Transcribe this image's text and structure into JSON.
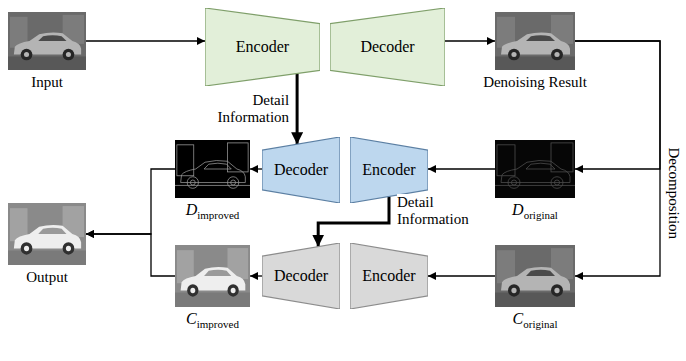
{
  "diagram": {
    "nodes": [
      {
        "text": [
          "Input"
        ]
      },
      {
        "text": [
          "Encoder"
        ]
      },
      {
        "text": [
          "Decoder"
        ]
      },
      {
        "text": [
          "Denoising Result"
        ]
      },
      {
        "text": [
          "D",
          "improved"
        ]
      },
      {
        "text": [
          "Decoder"
        ]
      },
      {
        "text": [
          "Encoder"
        ]
      },
      {
        "text": [
          "D",
          "original"
        ]
      },
      {
        "text": [
          "Output"
        ]
      },
      {
        "text": [
          "C",
          "improved"
        ]
      },
      {
        "text": [
          "Decoder"
        ]
      },
      {
        "text": [
          "Encoder"
        ]
      },
      {
        "text": [
          "C",
          "original"
        ]
      }
    ],
    "edges": [
      {
        "from": 0,
        "to": 1,
        "arrow": "to"
      },
      {
        "from": 2,
        "to": 3,
        "arrow": "to"
      },
      {
        "from": 1,
        "to": 5,
        "label": "Detail Information",
        "arrow": "to"
      },
      {
        "from": 3,
        "to": 7,
        "arrow": "to"
      },
      {
        "from": 3,
        "to": 12,
        "label": "Decomposition",
        "arrow": "to"
      },
      {
        "from": 7,
        "to": 6,
        "arrow": "to"
      },
      {
        "from": 5,
        "to": 4,
        "arrow": "to"
      },
      {
        "from": 6,
        "to": 10,
        "label": "Detail Information",
        "arrow": "to"
      },
      {
        "from": 12,
        "to": 11,
        "arrow": "to"
      },
      {
        "from": 10,
        "to": 9,
        "arrow": "to"
      },
      {
        "from": 4,
        "to": 8,
        "arrow": "to"
      },
      {
        "from": 9,
        "to": 8,
        "arrow": "to"
      }
    ]
  }
}
